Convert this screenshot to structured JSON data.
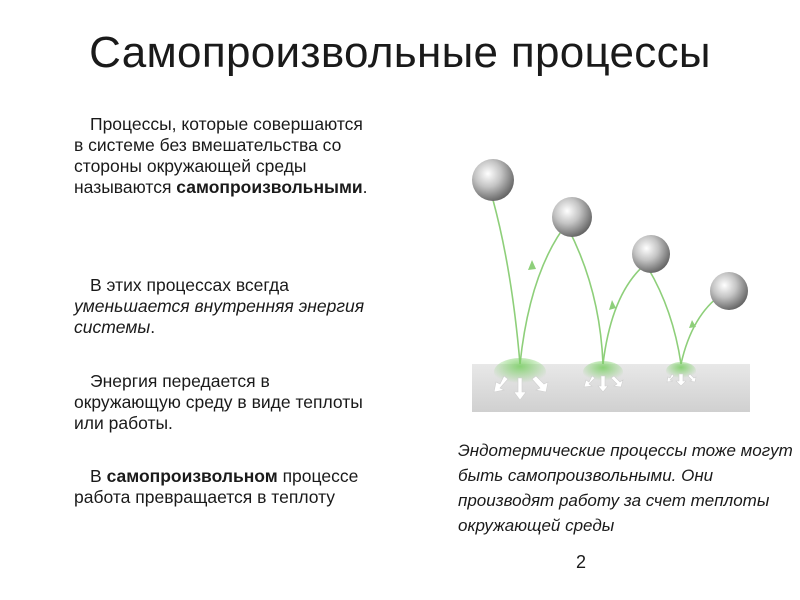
{
  "slide": {
    "title": "Самопроизвольные процессы",
    "page_number": "2"
  },
  "left_text": {
    "p1_normal": "Процессы, которые совершаются в системе без вмешательства со стороны окружающей среды называются",
    "p1_bold": "самопроизвольными",
    "p1_end": ".",
    "p2_normal": "В этих процессах всегда",
    "p2_italic": "уменьшается внутренняя энергия системы",
    "p2_end": ".",
    "p3": "Энергия передается в окружающую среду в виде теплоты или работы.",
    "p4_start": "В",
    "p4_bold": "самопроизвольном",
    "p4_end": "процессе работа превращается в теплоту"
  },
  "right_text": {
    "caption": "Эндотермические процессы тоже могут быть самопроизвольными. Они производят работу за счет теплоты окружающей среды"
  },
  "illustration": {
    "icons": [
      "bouncing-ball-icon",
      "trajectory-arrow-icon",
      "heat-dispersion-icon"
    ],
    "colors": {
      "ball": "#9a9a9a",
      "trajectory": "#8ecf7a",
      "floor": "#dedede"
    }
  }
}
